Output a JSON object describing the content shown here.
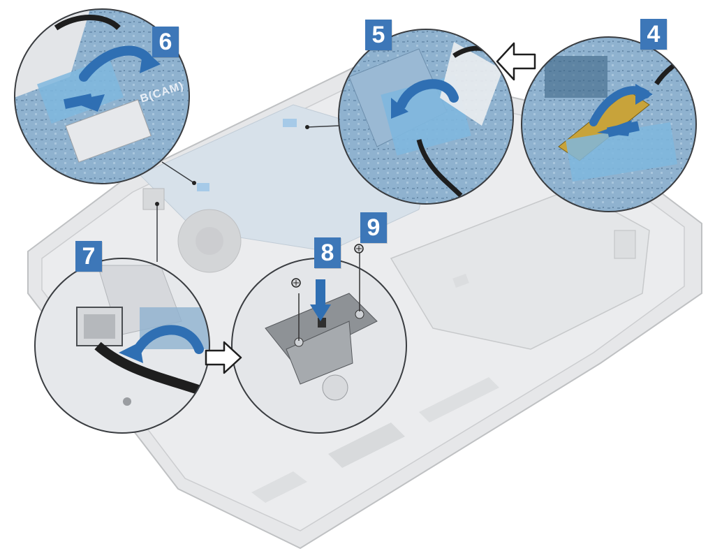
{
  "steps": {
    "four": "4",
    "five": "5",
    "six": "6",
    "seven": "7",
    "eight": "8",
    "nine": "9"
  },
  "labels": {
    "camera_connector": "B(CAM)"
  },
  "colors": {
    "callout_badge": "#3d77b8",
    "arrow_blue": "#2f6fb3",
    "tape_blue": "#7fb7de",
    "board_blue": "#8fb2cf",
    "chassis_gray": "#c9ccd0",
    "outline_gray": "#5a5d61"
  },
  "icons": {
    "direction_arrow": "hollow-arrow-icon",
    "rotate_arrow": "curved-arrow-icon",
    "screw": "screw-icon"
  }
}
